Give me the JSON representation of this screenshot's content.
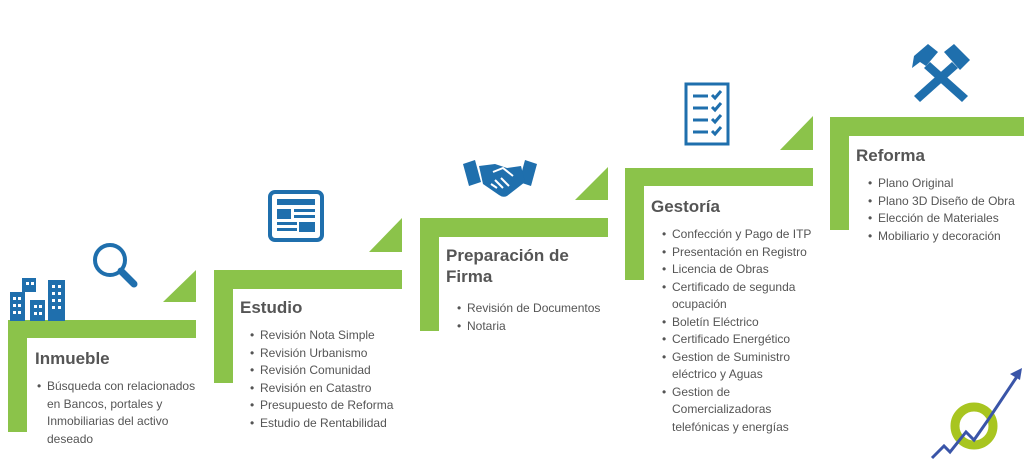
{
  "steps": [
    {
      "title": "Inmueble",
      "items": [
        "Búsqueda con relacionados en Bancos, portales y Inmobiliarias del activo deseado"
      ],
      "icon": "buildings-search-icon"
    },
    {
      "title": "Estudio",
      "items": [
        "Revisión Nota Simple",
        "Revisión Urbanismo",
        "Revisión Comunidad",
        "Revisión en Catastro",
        "Presupuesto de Reforma",
        "Estudio de Rentabilidad"
      ],
      "icon": "newspaper-icon"
    },
    {
      "title": "Preparación de Firma",
      "items": [
        "Revisión de Documentos",
        "Notaria"
      ],
      "icon": "handshake-icon"
    },
    {
      "title": "Gestoría",
      "items": [
        "Confección y Pago de ITP",
        "Presentación en Registro",
        "Licencia de Obras",
        "Certificado de segunda ocupación",
        "Boletín Eléctrico",
        "Certificado Energético",
        "Gestion de Suministro eléctrico y Aguas",
        "Gestion de Comercializadoras telefónicas y energías"
      ],
      "icon": "checklist-icon"
    },
    {
      "title": "Reforma",
      "items": [
        "Plano Original",
        "Plano 3D Diseño de Obra",
        "Elección de Materiales",
        "Mobiliario y decoración"
      ],
      "icon": "hammers-icon"
    }
  ],
  "colors": {
    "green": "#8bc34a",
    "blue": "#1f6fad",
    "text": "#555555",
    "logo_green": "#a8c520",
    "logo_blue": "#3a55a8"
  }
}
